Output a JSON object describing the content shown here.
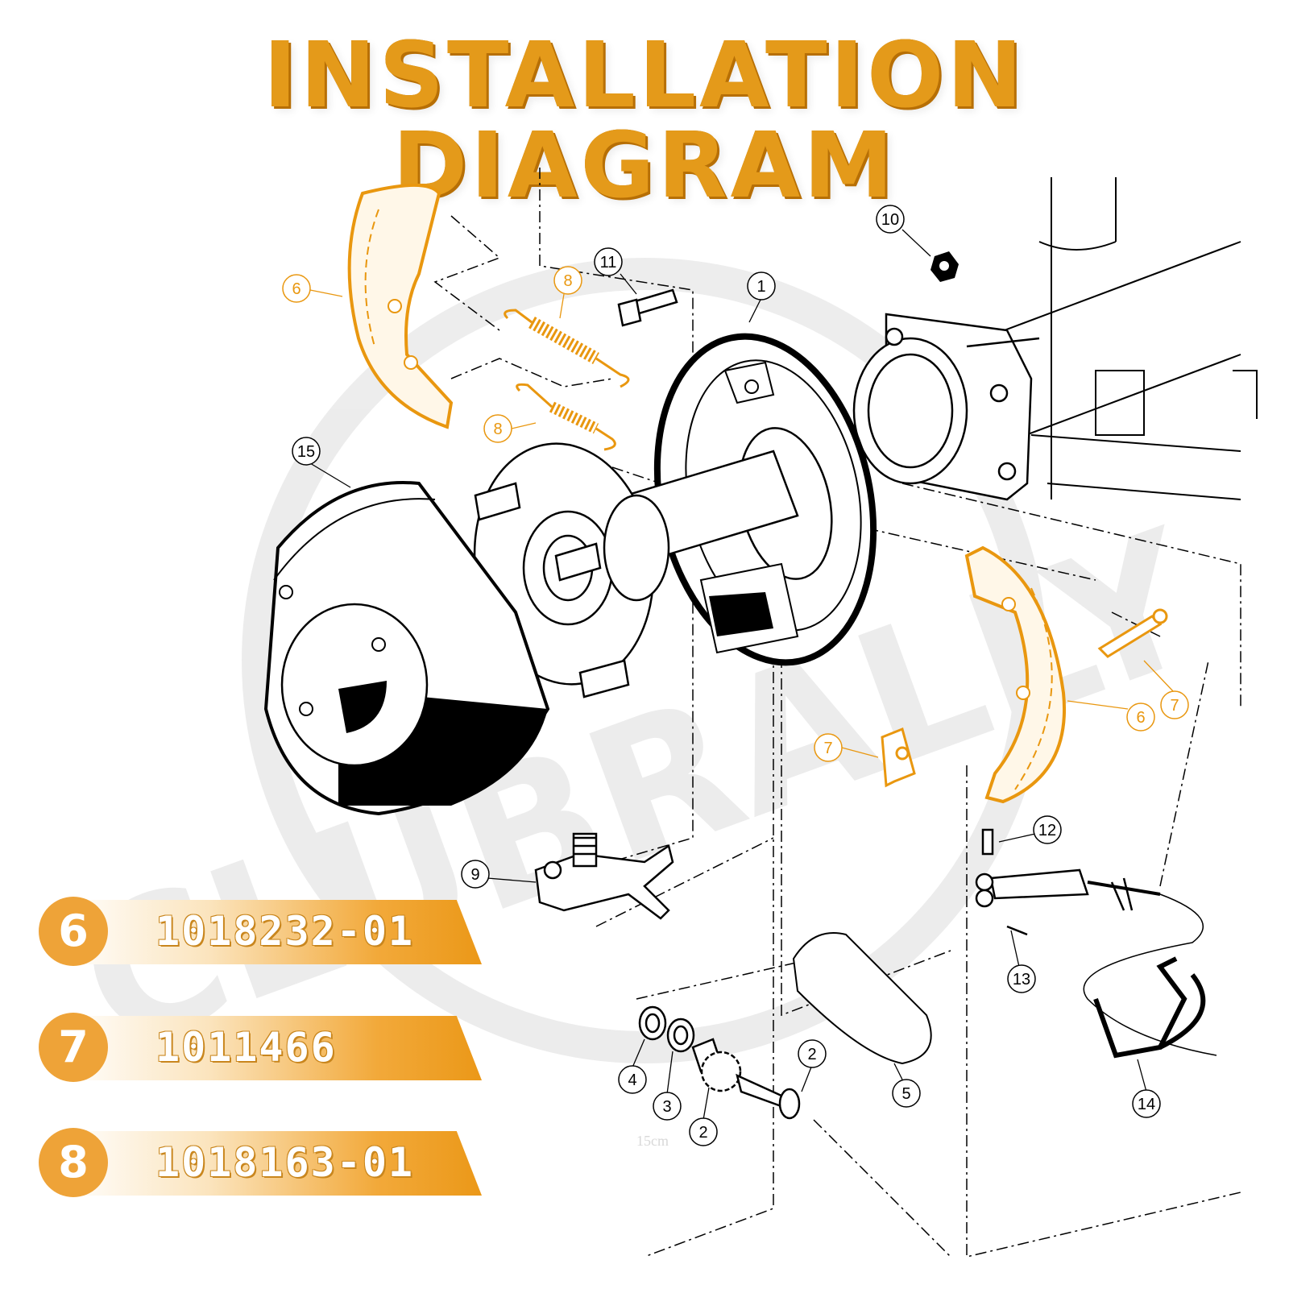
{
  "title": "INSTALLATION DIAGRAM",
  "watermark": "CLUBRALLY",
  "colors": {
    "accent": "#e9970f",
    "outline": "#000000"
  },
  "callouts": [
    "1",
    "2",
    "2",
    "3",
    "4",
    "5",
    "6",
    "6",
    "7",
    "7",
    "8",
    "8",
    "9",
    "10",
    "11",
    "12",
    "13",
    "14",
    "15"
  ],
  "parts": [
    {
      "number": "6",
      "part_no": "1018232-01"
    },
    {
      "number": "7",
      "part_no": "1011466"
    },
    {
      "number": "8",
      "part_no": "1018163-01"
    }
  ],
  "ruler_text": "15cm"
}
